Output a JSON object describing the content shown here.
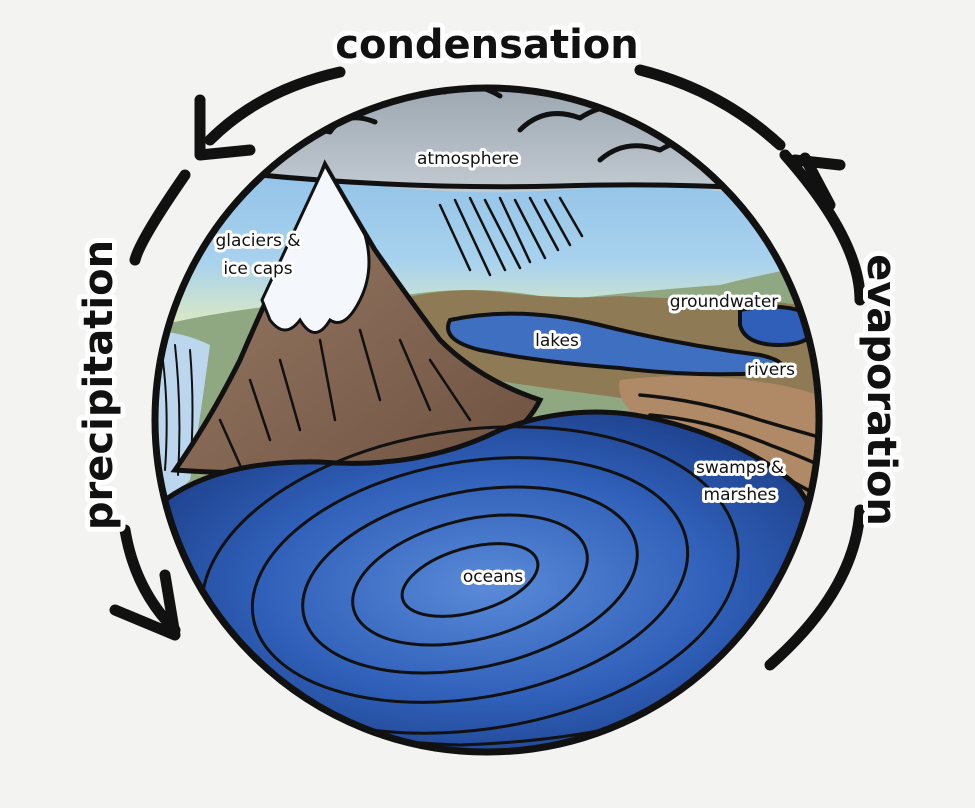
{
  "cycle": {
    "condensation": "condensation",
    "evaporation": "evaporation",
    "precipitation": "precipitation"
  },
  "reservoirs": {
    "atmosphere": "atmosphere",
    "glaciers_line1": "glaciers &",
    "glaciers_line2": "ice caps",
    "groundwater": "groundwater",
    "lakes": "lakes",
    "rivers": "rivers",
    "swamps_line1": "swamps &",
    "swamps_line2": "marshes",
    "oceans": "oceans"
  },
  "colors": {
    "background": "#f3f3f1",
    "sky": "#9cc8e8",
    "clouds": "#aab4bd",
    "horizon_glow": "#e8efb8",
    "mountain": "#8a6b58",
    "snow": "#f4f7fb",
    "land": "#8e7b56",
    "grass": "#8fa882",
    "ocean": "#2f5fb8",
    "ocean_light": "#4a7dd0",
    "outline": "#111111"
  },
  "icons": [
    "arrow-condensation-icon",
    "arrow-evaporation-icon",
    "arrow-precipitation-icon"
  ]
}
